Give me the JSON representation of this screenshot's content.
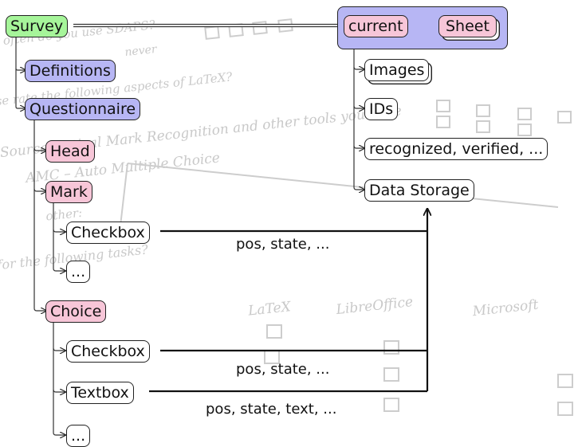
{
  "background_form": {
    "q1": "How often do you use SDAPS?",
    "never": "never",
    "q2": "Please rate the following aspects of LaTeX?",
    "a": "aspects",
    "omr": "Open Source Optical Mark Recognition and other tools you have",
    "auto": "AMC – Auto Multiple Choice",
    "other": "other:",
    "tasks": "use for the following tasks?",
    "latex": "LaTeX",
    "libre": "LibreOffice",
    "msword": "Microsoft"
  },
  "nodes": {
    "survey": "Survey",
    "definitions": "Definitions",
    "questionnaire": "Questionnaire",
    "head": "Head",
    "mark": "Mark",
    "mark_checkbox": "Checkbox",
    "mark_more": "...",
    "choice": "Choice",
    "choice_checkbox": "Checkbox",
    "choice_textbox": "Textbox",
    "choice_more": "...",
    "current": "current",
    "sheet": "Sheet",
    "images": "Images",
    "ids": "IDs",
    "recognized": "recognized, verified, ...",
    "data_storage": "Data Storage"
  },
  "edge_labels": {
    "mark_checkbox": "pos, state, ...",
    "choice_checkbox": "pos, state, ...",
    "choice_textbox": "pos, state, text, ..."
  },
  "colors": {
    "survey": "#a6f59a",
    "structure": "#b7b6f4",
    "item": "#f7c6d8",
    "leaf": "#ffffff"
  }
}
